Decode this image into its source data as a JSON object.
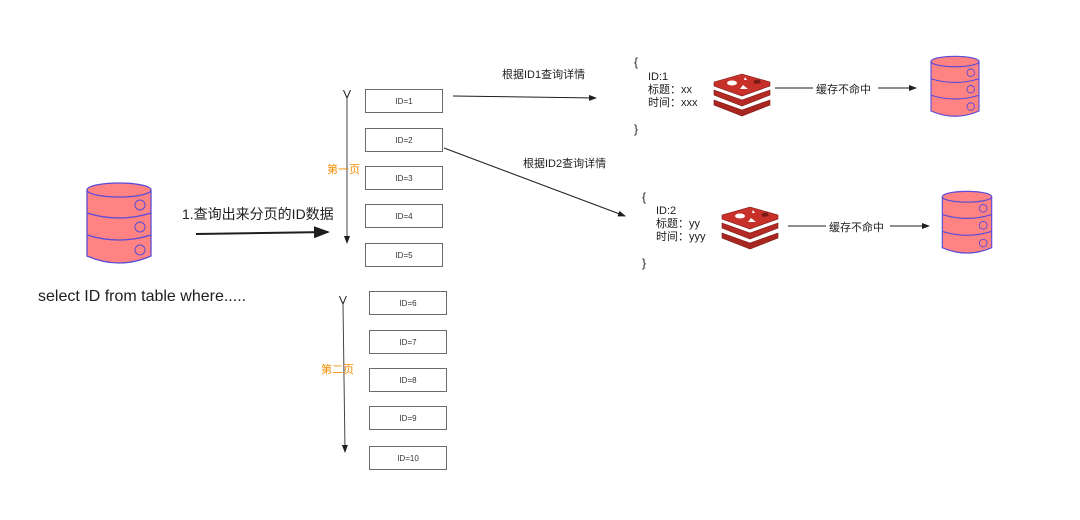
{
  "diagram": {
    "source_db": {
      "icon": "database-icon",
      "caption": "select ID from table where....."
    },
    "query_step": {
      "label": "1.查询出来分页的ID数据"
    },
    "pages": [
      {
        "label": "第一页",
        "ids": [
          "ID=1",
          "ID=2",
          "ID=3",
          "ID=4",
          "ID=5"
        ]
      },
      {
        "label": "第二页",
        "ids": [
          "ID=6",
          "ID=7",
          "ID=8",
          "ID=9",
          "ID=10"
        ]
      }
    ],
    "lookups": [
      {
        "arrow_label": "根据ID1查询详情",
        "open_brace": "{",
        "close_brace": "}",
        "lines": [
          "ID:1",
          "标题：xx",
          "时间：xxx"
        ],
        "cache_icon": "redis-icon",
        "miss_label": "缓存不命中",
        "db_icon": "database-icon"
      },
      {
        "arrow_label": "根据ID2查询详情",
        "open_brace": "{",
        "close_brace": "}",
        "lines": [
          "ID:2",
          "标题：yy",
          "时间：yyy"
        ],
        "cache_icon": "redis-icon",
        "miss_label": "缓存不命中",
        "db_icon": "database-icon"
      }
    ],
    "colors": {
      "db_fill": "#ff8383",
      "db_stroke": "#5b4bd6",
      "redis": "#c8302a",
      "page_label": "#f08c00"
    }
  }
}
